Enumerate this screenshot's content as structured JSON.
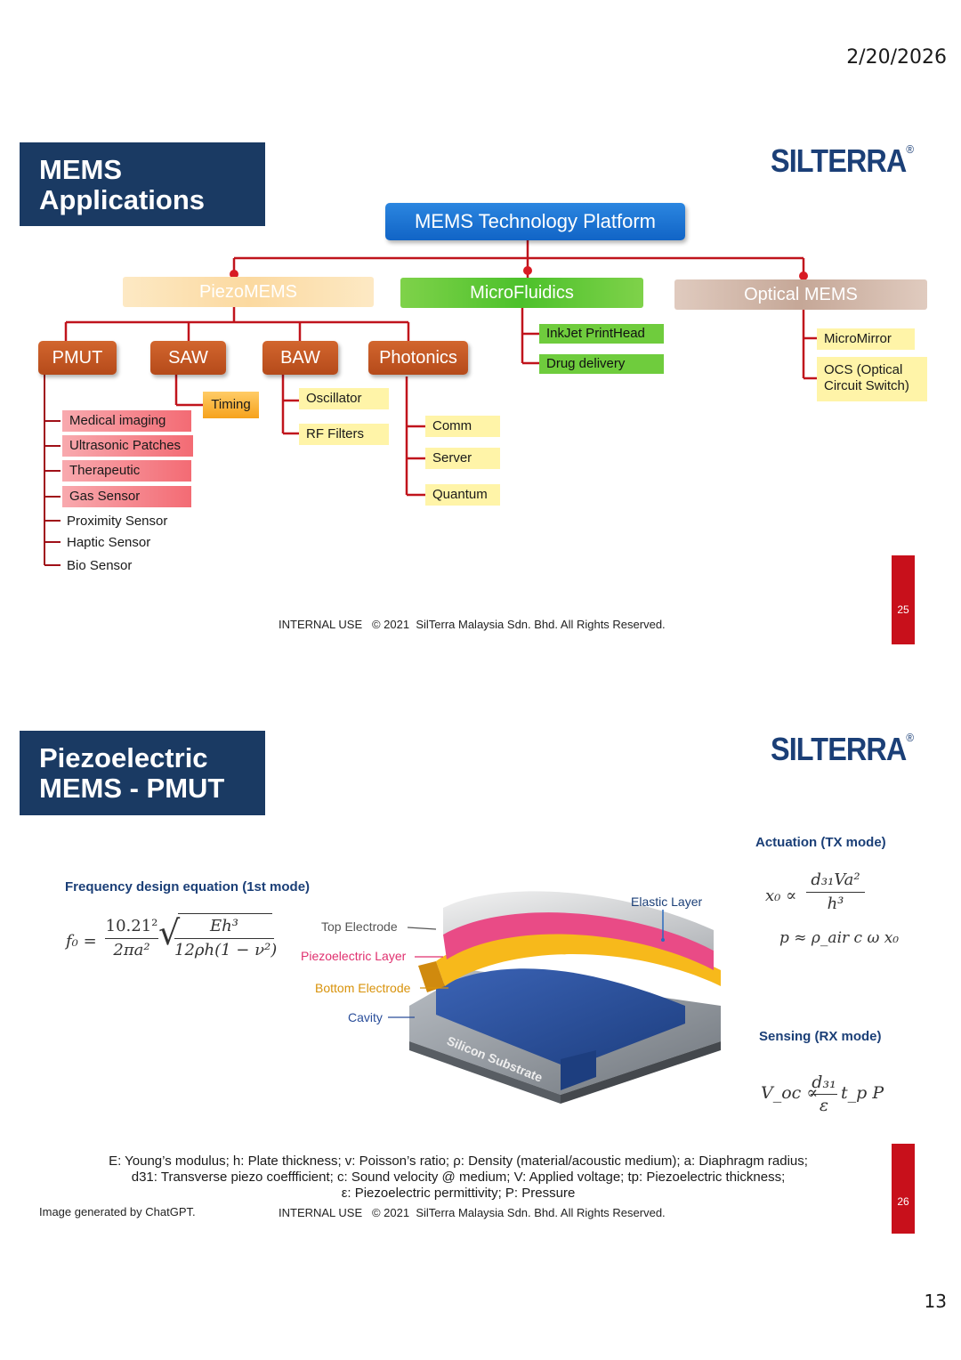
{
  "header": {
    "date": "2/20/2026",
    "page_number": "13"
  },
  "brand": {
    "logo_text": "SILTERRA",
    "registered": "®"
  },
  "slide1": {
    "title_line1": "MEMS",
    "title_line2": "Applications",
    "platform": "MEMS Technology Platform",
    "categories": {
      "piezo": "PiezoMEMS",
      "micro": "MicroFluidics",
      "optical": "Optical MEMS"
    },
    "tech": {
      "pmut": "PMUT",
      "saw": "SAW",
      "baw": "BAW",
      "photonics": "Photonics"
    },
    "saw_apps": [
      "Timing"
    ],
    "baw_apps": [
      "Oscillator",
      "RF Filters"
    ],
    "photonics_apps": [
      "Comm",
      "Server",
      "Quantum"
    ],
    "micro_apps": [
      "InkJet PrintHead",
      "Drug delivery"
    ],
    "optical_apps": [
      "MicroMirror",
      "OCS (Optical",
      "Circuit Switch)"
    ],
    "pmut_apps": [
      "Medical imaging",
      "Ultrasonic Patches",
      "Therapeutic",
      "Gas Sensor",
      "Proximity Sensor",
      "Haptic Sensor",
      "Bio Sensor"
    ],
    "footer": "INTERNAL USE   © 2021  SilTerra Malaysia Sdn. Bhd. All Rights Reserved.",
    "slide_number": "25",
    "colors": {
      "title_bg": "#1a3a63",
      "tree_line": "#c0141c",
      "accent_red": "#c8101b"
    }
  },
  "slide2": {
    "title_line1": "Piezoelectric",
    "title_line2": "MEMS - PMUT",
    "freq_label": "Frequency design equation (1st mode)",
    "freq_eq": {
      "lhs": "f₀ =",
      "num1": "10.21²",
      "den1": "2πa²",
      "num2": "Eh³",
      "den2": "12ρh(1 − ν²)"
    },
    "actuation_label": "Actuation (TX mode)",
    "actuation_eq": {
      "lhs": "x₀ ∝",
      "num": "d₃₁Va²",
      "den": "h³"
    },
    "pressure_eq": "p ≈ ρ_air c ω x₀",
    "sensing_label": "Sensing (RX mode)",
    "sensing_eq": {
      "lhs": "V_oc ∝",
      "num": "d₃₁",
      "den": "ε",
      "rhs": "t_p P"
    },
    "diagram_labels": {
      "elastic": "Elastic Layer",
      "top": "Top Electrode",
      "piezo": "Piezoelectric Layer",
      "bottom": "Bottom Electrode",
      "cavity": "Cavity",
      "substrate": "Silicon Substrate"
    },
    "notes": [
      "E: Young’s modulus; h: Plate thickness; v: Poisson’s ratio; ρ: Density (material/acoustic medium); a: Diaphragm radius;",
      "d31: Transverse piezo coeffficient; c: Sound velocity @ medium; V: Applied voltage; tp: Piezoelectric thickness;",
      "ε: Piezoelectric permittivity; P: Pressure"
    ],
    "image_credit": "Image generated by ChatGPT.",
    "footer": "INTERNAL USE   © 2021  SilTerra Malaysia Sdn. Bhd. All Rights Reserved.",
    "slide_number": "26"
  }
}
